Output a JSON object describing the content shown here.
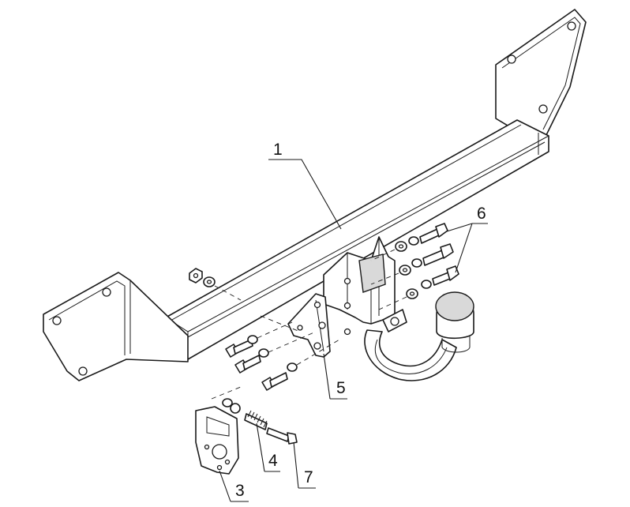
{
  "callouts": [
    {
      "id": "1",
      "text": "1"
    },
    {
      "id": "3",
      "text": "3"
    },
    {
      "id": "4",
      "text": "4"
    },
    {
      "id": "5",
      "text": "5"
    },
    {
      "id": "6",
      "text": "6"
    },
    {
      "id": "7",
      "text": "7"
    }
  ],
  "colors": {
    "ink": "#1a1a1a",
    "background": "#ffffff",
    "ball_shade": "#d9d9d9"
  }
}
